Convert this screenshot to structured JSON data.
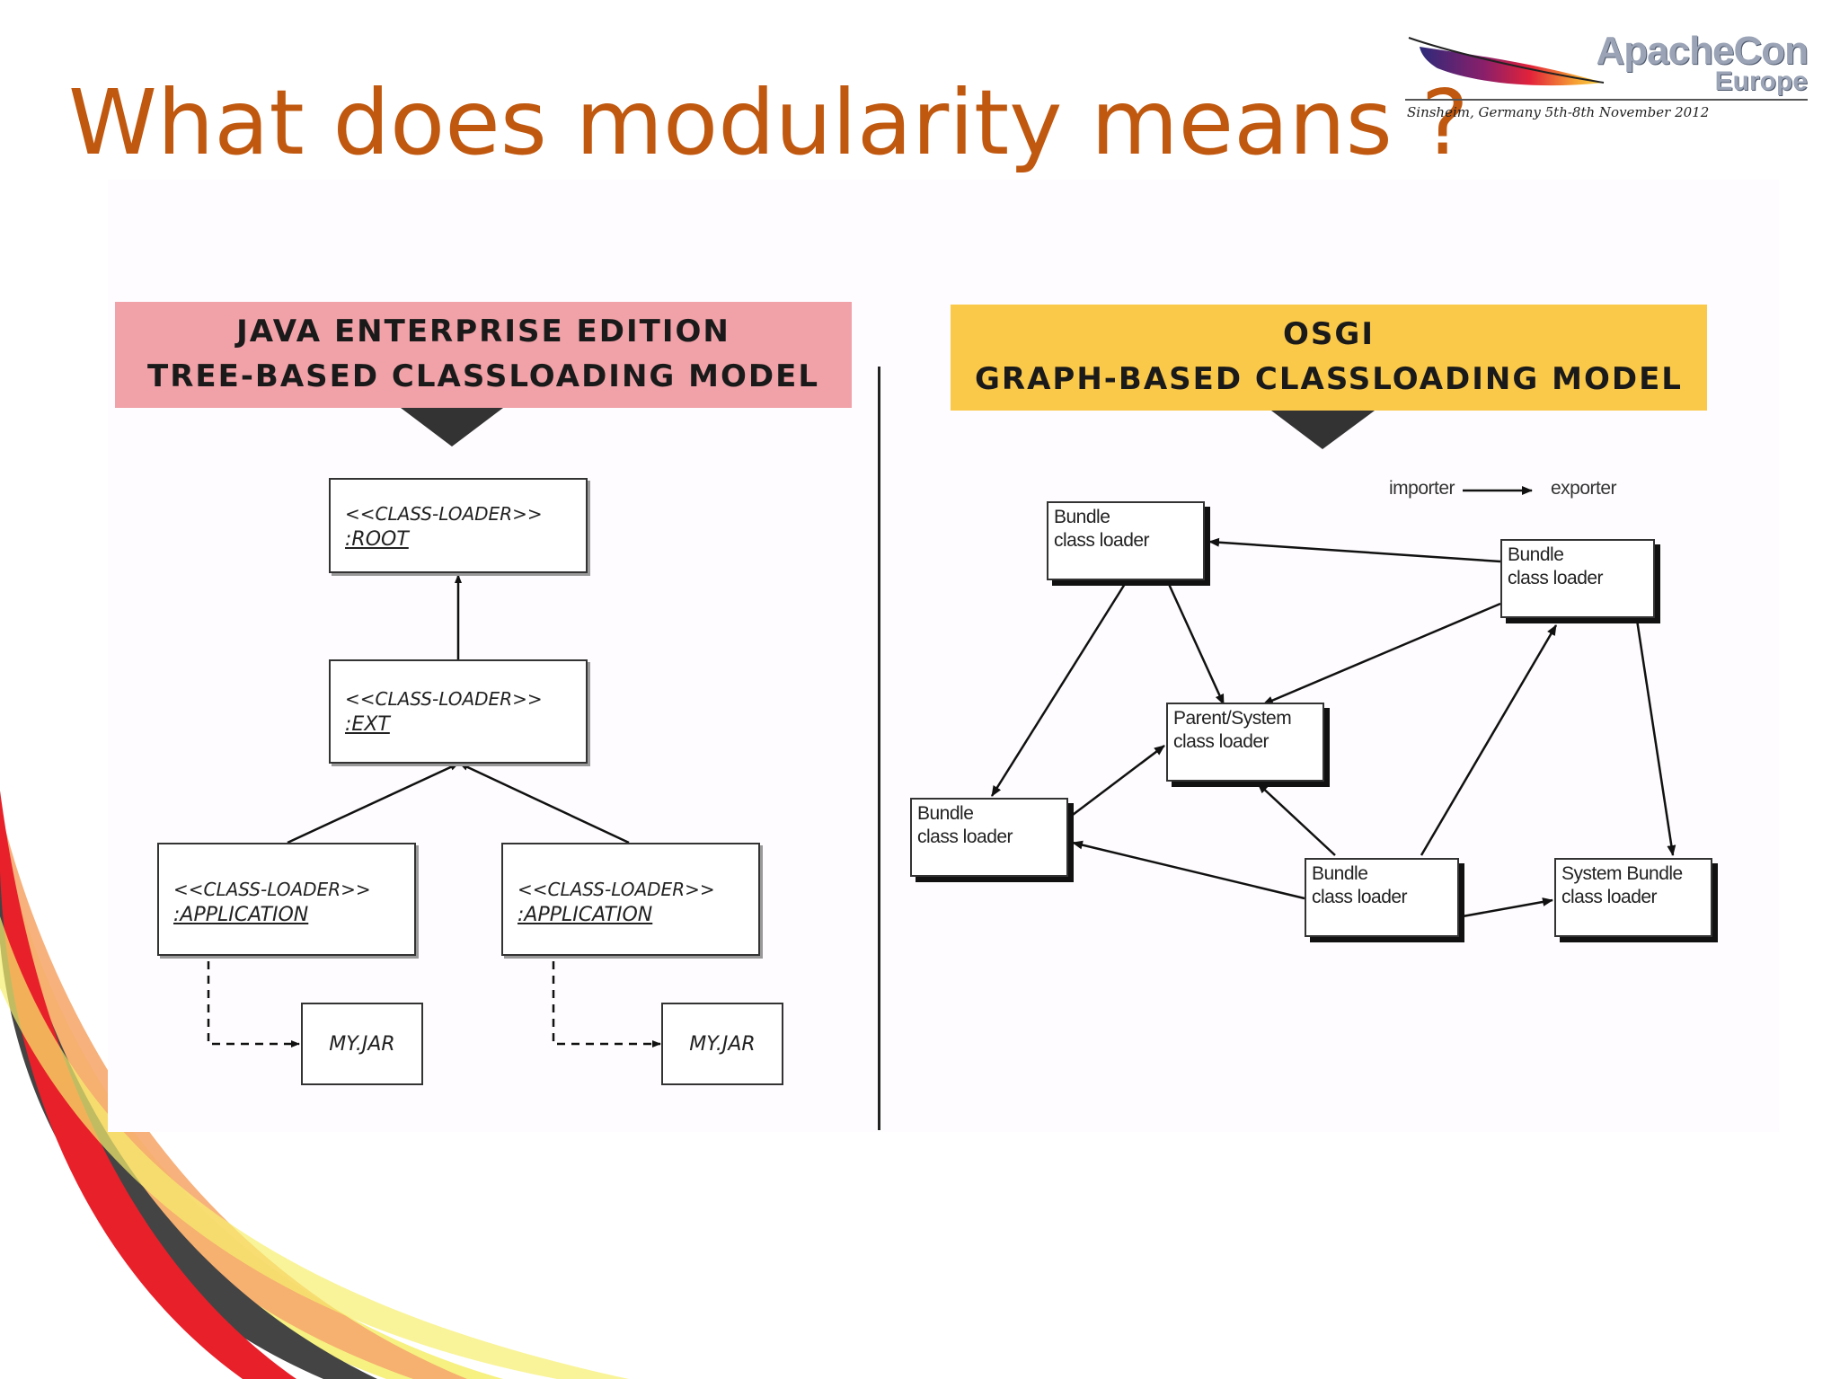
{
  "title": "What does modularity means ?",
  "colors": {
    "title": "#c0580f",
    "jee_header": "#f0a2a8",
    "osgi_header": "#fbc94a",
    "pointer": "#333333"
  },
  "logo": {
    "name": "ApacheCon",
    "sub": "Europe",
    "tagline": "Sinsheim, Germany 5th-8th November 2012",
    "icon": "feather-icon"
  },
  "jee": {
    "header_line1": "JAVA ENTERPRISE EDITION",
    "header_line2": "TREE-BASED CLASSLOADING MODEL",
    "root": {
      "stereotype": "<<CLASS-LOADER>>",
      "name": ":ROOT"
    },
    "ext": {
      "stereotype": "<<CLASS-LOADER>>",
      "name": ":EXT"
    },
    "app_left": {
      "stereotype": "<<CLASS-LOADER>>",
      "name": ":APPLICATION"
    },
    "app_right": {
      "stereotype": "<<CLASS-LOADER>>",
      "name": ":APPLICATION"
    },
    "jar_left": "MY.JAR",
    "jar_right": "MY.JAR"
  },
  "osgi": {
    "header_line1": "OSGI",
    "header_line2": "GRAPH-BASED CLASSLOADING MODEL",
    "legend_importer": "importer",
    "legend_exporter": "exporter",
    "bundle_top_left": {
      "line1": "Bundle",
      "line2": "class loader"
    },
    "bundle_top_right": {
      "line1": "Bundle",
      "line2": "class loader"
    },
    "parent_system": {
      "line1": "Parent/System",
      "line2": "class loader"
    },
    "bundle_left": {
      "line1": "Bundle",
      "line2": "class loader"
    },
    "bundle_bottom": {
      "line1": "Bundle",
      "line2": "class loader"
    },
    "system_bundle": {
      "line1": "System Bundle",
      "line2": "class loader"
    }
  }
}
